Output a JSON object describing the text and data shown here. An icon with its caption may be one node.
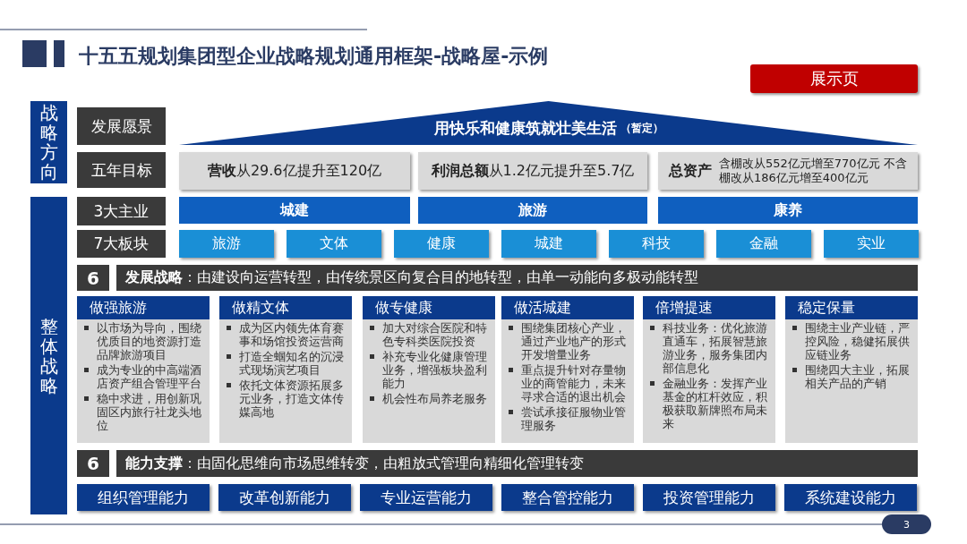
{
  "diagram": {
    "title": "十五五规划集团型企业战略规划通用框架-战略屋-示例",
    "nodes": [
      {
        "text": [
          "战略方向"
        ]
      },
      {
        "text": [
          "整体战略"
        ]
      },
      {
        "text": [
          "发展愿景"
        ]
      },
      {
        "text": [
          "用快乐和健康筑就壮美生活",
          "（暂定）"
        ]
      },
      {
        "text": [
          "五年目标"
        ]
      },
      {
        "text": [
          "**营收**从29.6亿提升至120亿"
        ]
      },
      {
        "text": [
          "**利润总额**从1.2亿元提升至5.7亿"
        ]
      },
      {
        "text": [
          "总资产",
          "含棚改从552亿元增至770亿元 不含棚改从186亿元增至400亿元"
        ]
      },
      {
        "text": [
          "3大主业"
        ]
      },
      {
        "text": [
          "城建"
        ]
      },
      {
        "text": [
          "旅游"
        ]
      },
      {
        "text": [
          "康养"
        ]
      },
      {
        "text": [
          "7大板块"
        ]
      },
      {
        "text": [
          "旅游"
        ]
      },
      {
        "text": [
          "文体"
        ]
      },
      {
        "text": [
          "健康"
        ]
      },
      {
        "text": [
          "城建"
        ]
      },
      {
        "text": [
          "科技"
        ]
      },
      {
        "text": [
          "金融"
        ]
      },
      {
        "text": [
          "实业"
        ]
      },
      {
        "text": [
          "6"
        ]
      },
      {
        "text": [
          "**发展战略**：由建设向运营转型，由传统景区向复合目的地转型，由单一动能向多极动能转型"
        ]
      },
      {
        "text": [
          "做强旅游",
          "以市场为导向，围绕优质目的地资源打造品牌旅游项目",
          "成为专业的中高端酒店资产组合管理平台",
          "稳中求进，用创新巩固区内旅行社龙头地位"
        ]
      },
      {
        "text": [
          "做精文体",
          "成为区内领先体育赛事和场馆投资运营商",
          "打造全蝈知名的沉浸式现场演艺项目",
          "依托文体资源拓展多元业务，打造文体传媒高地"
        ]
      },
      {
        "text": [
          "做专健康",
          "加大对综合医院和特色专科类医院投资",
          "补充专业化健康管理业务，增强板块盈利能力",
          "机会性布局养老服务"
        ]
      },
      {
        "text": [
          "做活城建",
          "围绕集团核心产业，通过产业地产的形式开发增量业务",
          "重点提升针对存量物业的商管能力，未来寻求合适的退出机会",
          "尝试承接征服物业管理服务"
        ]
      },
      {
        "text": [
          "倍增提速",
          "科技业务：优化旅游直通车，拓展智慧旅游业务，服务集团内部信息化",
          "金融业务：发挥产业基金的杠杆效应，积极获取新牌照布局未来"
        ]
      },
      {
        "text": [
          "稳定保量",
          "围绕主业产业链，严控风险，稳健拓展供应链业务",
          "围绕四大主业，拓展相关产品的产销"
        ]
      },
      {
        "text": [
          "6"
        ]
      },
      {
        "text": [
          "**能力支撑**：由固化思维向市场思维转变，由粗放式管理向精细化管理转变"
        ]
      },
      {
        "text": [
          "组织管理能力"
        ]
      },
      {
        "text": [
          "改革创新能力"
        ]
      },
      {
        "text": [
          "专业运营能力"
        ]
      },
      {
        "text": [
          "整合管控能力"
        ]
      },
      {
        "text": [
          "投资管理能力"
        ]
      },
      {
        "text": [
          "系统建设能力"
        ]
      },
      {
        "text": [
          "展示页"
        ]
      },
      {
        "text": [
          "3"
        ]
      }
    ]
  }
}
